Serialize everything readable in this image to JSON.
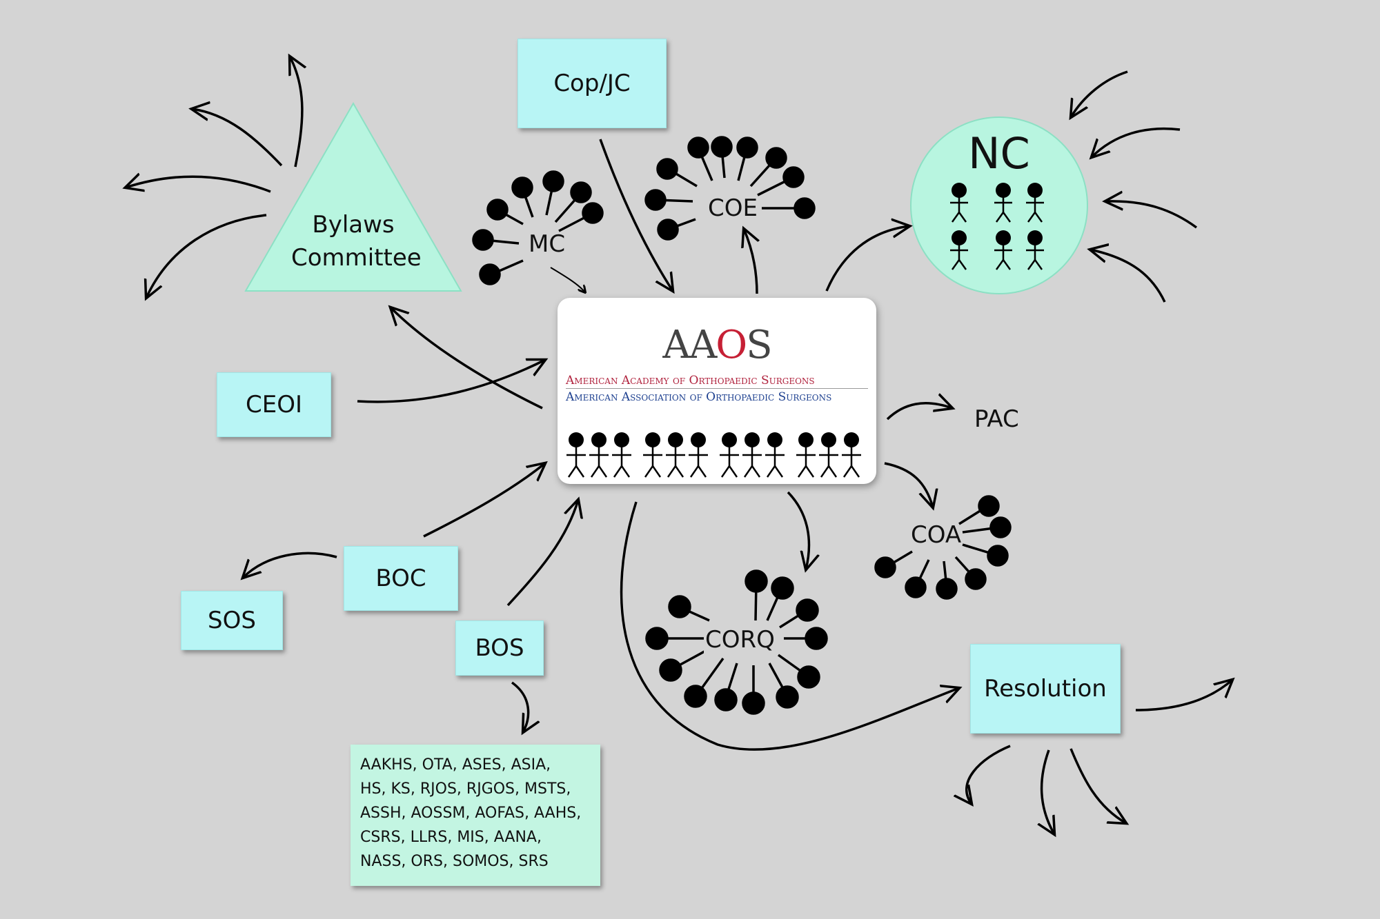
{
  "nodes": {
    "cop_jc": "Cop/JC",
    "bylaws_line1": "Bylaws",
    "bylaws_line2": "Committee",
    "nc": "NC",
    "mc": "MC",
    "coe": "COE",
    "ceoi": "CEOI",
    "pac": "PAC",
    "coa": "COA",
    "corq": "CORQ",
    "boc": "BOC",
    "sos": "SOS",
    "bos": "BOS",
    "resolution": "Resolution"
  },
  "aaos": {
    "logo_left": "AA",
    "logo_o": "O",
    "logo_right": "S",
    "line1": "American Academy of Orthopaedic Surgeons",
    "line2": "American Association of Orthopaedic Surgeons"
  },
  "societies": [
    "AAKHS, OTA, ASES, ASIA,",
    "HS, KS, RJOS, RJGOS, MSTS,",
    "ASSH, AOSSM, AOFAS, AAHS,",
    "CSRS, LLRS, MIS, AANA,",
    "NASS, ORS, SOMOS, SRS"
  ],
  "colors": {
    "background": "#d4d4d4",
    "box_fill": "#b8f5f5",
    "mint_fill": "#c3f5e2",
    "aaos_red": "#b0223d",
    "aaos_blue": "#1c3f8f"
  }
}
